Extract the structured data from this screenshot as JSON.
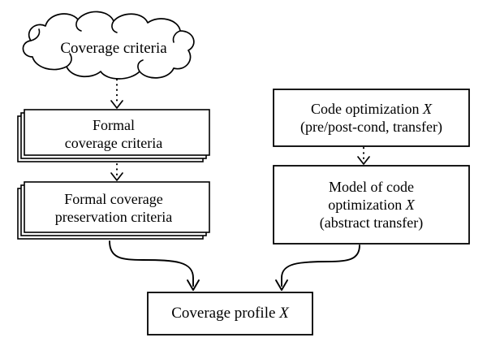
{
  "diagram": {
    "type": "flowchart",
    "background_color": "#ffffff",
    "stroke_color": "#000000",
    "nodes": {
      "cloud": {
        "shape": "cloud",
        "lines": [
          "Coverage criteria"
        ]
      },
      "formal_criteria": {
        "shape": "stacked-box",
        "stack_count": 3,
        "lines": [
          "Formal",
          "coverage criteria"
        ]
      },
      "formal_preservation": {
        "shape": "stacked-box",
        "stack_count": 3,
        "lines": [
          "Formal coverage",
          "preservation criteria"
        ]
      },
      "code_optimization": {
        "shape": "box",
        "lines": [
          "Code optimization X",
          "(pre/post-cond, transfer)"
        ],
        "italic_token": "X"
      },
      "model_optimization": {
        "shape": "box",
        "lines": [
          "Model of code",
          "optimization X",
          "(abstract transfer)"
        ],
        "italic_token": "X"
      },
      "coverage_profile": {
        "shape": "box",
        "lines": [
          "Coverage profile X"
        ],
        "italic_token": "X"
      }
    },
    "edges": [
      {
        "name": "cloud-to-formal-criteria",
        "from": "cloud",
        "to": "formal_criteria",
        "style": "dotted",
        "arrowhead": "open-v"
      },
      {
        "name": "formal-criteria-to-preservation",
        "from": "formal_criteria",
        "to": "formal_preservation",
        "style": "dotted",
        "arrowhead": "open-v"
      },
      {
        "name": "code-opt-to-model-opt",
        "from": "code_optimization",
        "to": "model_optimization",
        "style": "dotted",
        "arrowhead": "open-v"
      },
      {
        "name": "preservation-to-profile",
        "from": "formal_preservation",
        "to": "coverage_profile",
        "style": "solid-curved",
        "arrowhead": "open-v"
      },
      {
        "name": "model-opt-to-profile",
        "from": "model_optimization",
        "to": "coverage_profile",
        "style": "solid-curved",
        "arrowhead": "open-v"
      }
    ]
  }
}
